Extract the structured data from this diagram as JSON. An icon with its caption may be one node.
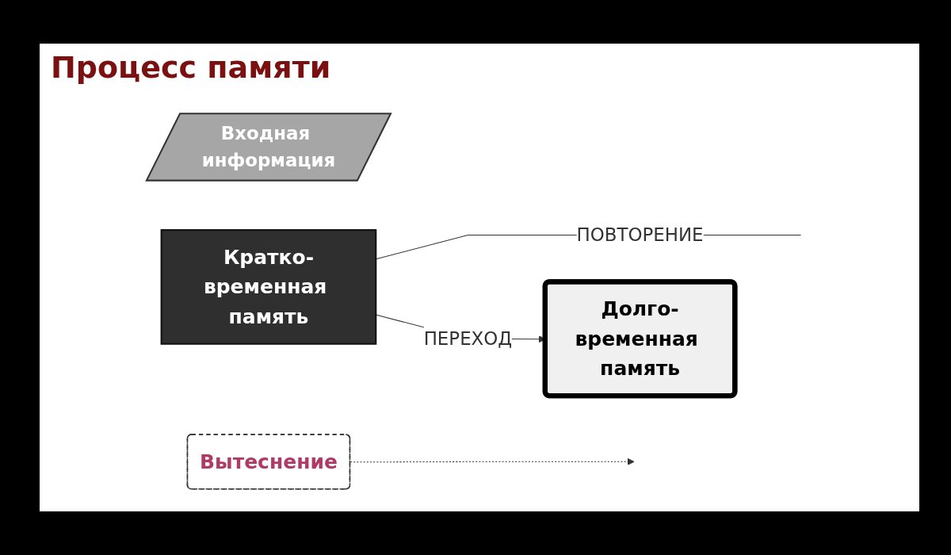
{
  "diagram": {
    "title": "Процесс памяти",
    "nodes": [
      {
        "text": [
          "Входная информация"
        ]
      },
      {
        "text": [
          "Кратко-временная память"
        ]
      },
      {
        "text": [
          "Долго-временная память"
        ]
      },
      {
        "text": [
          "Вытеснение"
        ]
      }
    ],
    "edges": [
      {
        "from": 1,
        "to": null,
        "label": "ПОВТОРЕНИЕ",
        "arrow": "none"
      },
      {
        "from": 1,
        "to": 2,
        "label": "ПЕРЕХОД",
        "arrow": "to"
      },
      {
        "from": 3,
        "to": null,
        "arrow": "to",
        "style": "dashed"
      }
    ]
  }
}
